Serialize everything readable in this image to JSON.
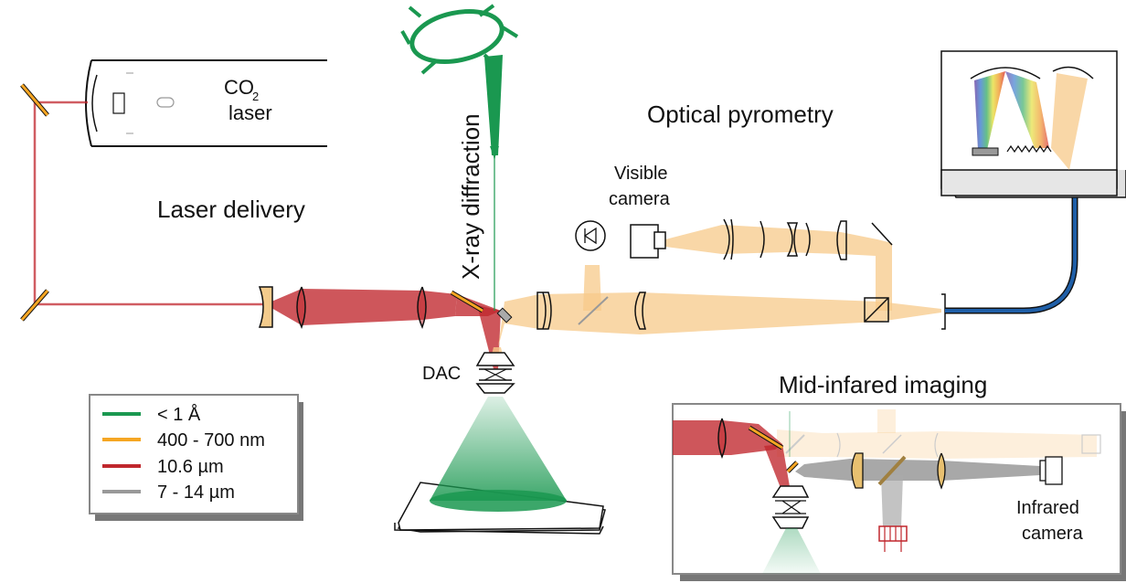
{
  "labels": {
    "laser_co": "CO",
    "laser_sub": "2",
    "laser_word": "laser",
    "laser_delivery": "Laser delivery",
    "xray_diffraction": "X-ray diffraction",
    "optical_pyrometry": "Optical pyrometry",
    "visible_camera_line1": "Visible",
    "visible_camera_line2": "camera",
    "dac": "DAC",
    "mid_infrared_imaging": "Mid-infared imaging",
    "infrared_camera_line1": "Infrared",
    "infrared_camera_line2": "camera"
  },
  "legend": {
    "items": [
      {
        "label": "< 1 Å",
        "color": "#1a9850"
      },
      {
        "label": "400 - 700 nm",
        "color": "#f5a623"
      },
      {
        "label": "10.6 µm",
        "color": "#c0272d"
      },
      {
        "label": "7 - 14 µm",
        "color": "#999999"
      }
    ]
  },
  "colors": {
    "xray": "#1a9850",
    "visible": "#f7c98a",
    "co2": "#c0272d",
    "infrared": "#999999",
    "fiber": "#1f5fa8"
  }
}
